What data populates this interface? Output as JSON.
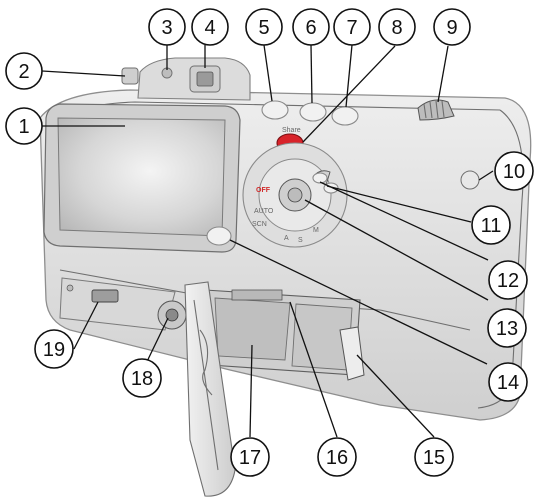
{
  "callouts": [
    {
      "num": "1"
    },
    {
      "num": "2"
    },
    {
      "num": "3"
    },
    {
      "num": "4"
    },
    {
      "num": "5"
    },
    {
      "num": "6"
    },
    {
      "num": "7"
    },
    {
      "num": "8"
    },
    {
      "num": "9"
    },
    {
      "num": "10"
    },
    {
      "num": "11"
    },
    {
      "num": "12"
    },
    {
      "num": "13"
    },
    {
      "num": "14"
    },
    {
      "num": "15"
    },
    {
      "num": "16"
    },
    {
      "num": "17"
    },
    {
      "num": "18"
    },
    {
      "num": "19"
    }
  ],
  "camera_markings": {
    "share_label": "Share",
    "off_label": "OFF",
    "scn_label": "SCN",
    "auto_label": "AUTO",
    "mode_a": "A",
    "mode_s": "S",
    "mode_m": "M"
  },
  "colors": {
    "shutter_red": "#d8232a",
    "body_gray": "#e4e4e4",
    "outline_dark": "#6f6f6f"
  }
}
